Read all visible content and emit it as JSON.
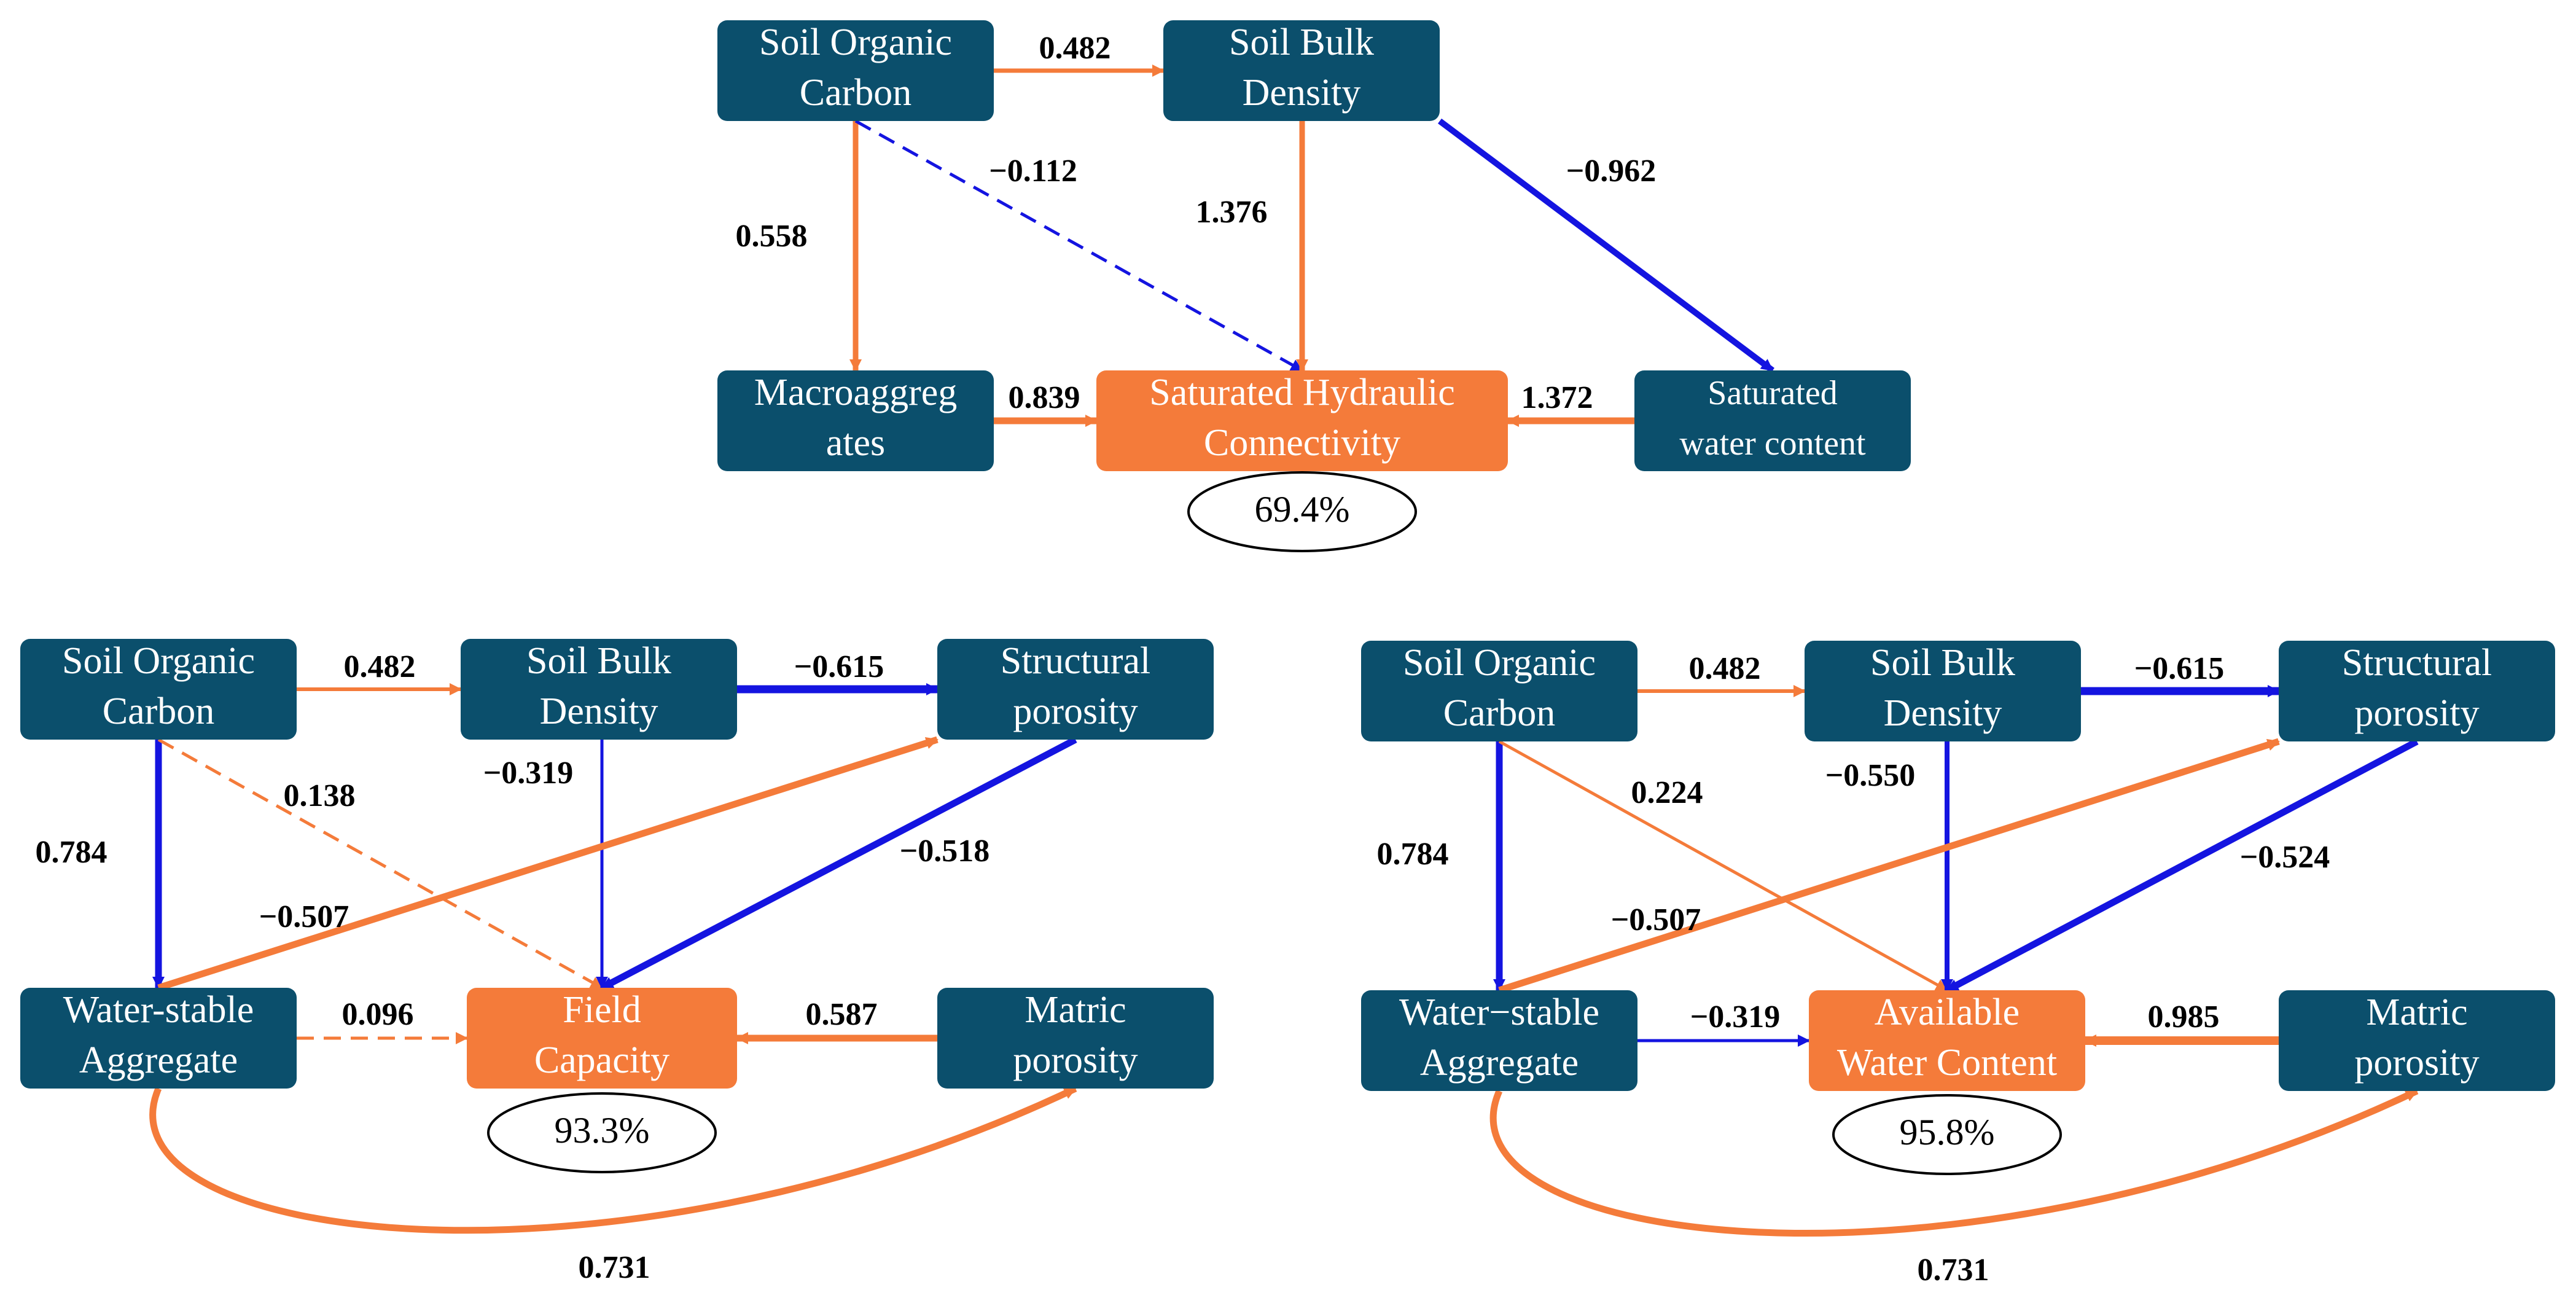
{
  "colors": {
    "node": "#0b4f6c",
    "outcome": "#f47b3a",
    "positive": "#f47b3a",
    "negative": "#1414e0"
  },
  "diagrams": [
    {
      "id": "top",
      "nodes": [
        {
          "id": "soc",
          "lines": [
            "Soil Organic",
            "Carbon"
          ]
        },
        {
          "id": "sbd",
          "lines": [
            "Soil Bulk",
            "Density"
          ]
        },
        {
          "id": "mac",
          "lines": [
            "Macroaggreg",
            "ates"
          ]
        },
        {
          "id": "shc",
          "lines": [
            "Saturated Hydraulic",
            "Connectivity"
          ],
          "outcome": true
        },
        {
          "id": "swc",
          "lines": [
            "Saturated",
            "water content"
          ]
        }
      ],
      "edges": [
        {
          "id": "soc-sbd",
          "label": "0.482",
          "sign": "positive",
          "style": "solid"
        },
        {
          "id": "soc-mac",
          "label": "0.558",
          "sign": "positive",
          "style": "solid"
        },
        {
          "id": "soc-shc",
          "label": "−0.112",
          "sign": "negative",
          "style": "dashed"
        },
        {
          "id": "sbd-shc",
          "label": "1.376",
          "sign": "positive",
          "style": "solid"
        },
        {
          "id": "sbd-swc",
          "label": "−0.962",
          "sign": "negative",
          "style": "solid"
        },
        {
          "id": "mac-shc",
          "label": "0.839",
          "sign": "positive",
          "style": "solid"
        },
        {
          "id": "swc-shc",
          "label": "1.372",
          "sign": "positive",
          "style": "solid"
        }
      ],
      "r2": "69.4%"
    },
    {
      "id": "left",
      "nodes": [
        {
          "id": "soc",
          "lines": [
            "Soil Organic",
            "Carbon"
          ]
        },
        {
          "id": "sbd",
          "lines": [
            "Soil Bulk",
            "Density"
          ]
        },
        {
          "id": "sp",
          "lines": [
            "Structural",
            "porosity"
          ]
        },
        {
          "id": "wsa",
          "lines": [
            "Water-stable",
            "Aggregate"
          ]
        },
        {
          "id": "fc",
          "lines": [
            "Field",
            "Capacity"
          ],
          "outcome": true
        },
        {
          "id": "mp",
          "lines": [
            "Matric",
            "porosity"
          ]
        }
      ],
      "edges": [
        {
          "id": "soc-sbd",
          "label": "0.482",
          "sign": "positive",
          "style": "solid"
        },
        {
          "id": "sbd-sp",
          "label": "−0.615",
          "sign": "negative",
          "style": "solid"
        },
        {
          "id": "soc-wsa",
          "label": "0.784",
          "sign": "negative",
          "style": "solid"
        },
        {
          "id": "soc-fc",
          "label": "0.138",
          "sign": "positive",
          "style": "dashed"
        },
        {
          "id": "sbd-fc",
          "label": "−0.319",
          "sign": "negative",
          "style": "solid"
        },
        {
          "id": "sp-fc",
          "label": "−0.518",
          "sign": "negative",
          "style": "solid"
        },
        {
          "id": "wsa-sp",
          "label": "−0.507",
          "sign": "positive",
          "style": "solid"
        },
        {
          "id": "wsa-fc",
          "label": "0.096",
          "sign": "positive",
          "style": "dashed"
        },
        {
          "id": "mp-fc",
          "label": "0.587",
          "sign": "positive",
          "style": "solid"
        },
        {
          "id": "wsa-mp",
          "label": "0.731",
          "sign": "positive",
          "style": "solid"
        }
      ],
      "r2": "93.3%"
    },
    {
      "id": "right",
      "nodes": [
        {
          "id": "soc",
          "lines": [
            "Soil Organic",
            "Carbon"
          ]
        },
        {
          "id": "sbd",
          "lines": [
            "Soil Bulk",
            "Density"
          ]
        },
        {
          "id": "sp",
          "lines": [
            "Structural",
            "porosity"
          ]
        },
        {
          "id": "wsa",
          "lines": [
            "Water−stable",
            "Aggregate"
          ]
        },
        {
          "id": "awc",
          "lines": [
            "Available",
            "Water Content"
          ],
          "outcome": true
        },
        {
          "id": "mp",
          "lines": [
            "Matric",
            "porosity"
          ]
        }
      ],
      "edges": [
        {
          "id": "soc-sbd",
          "label": "0.482",
          "sign": "positive",
          "style": "solid"
        },
        {
          "id": "sbd-sp",
          "label": "−0.615",
          "sign": "negative",
          "style": "solid"
        },
        {
          "id": "soc-wsa",
          "label": "0.784",
          "sign": "negative",
          "style": "solid"
        },
        {
          "id": "soc-awc",
          "label": "0.224",
          "sign": "positive",
          "style": "solid"
        },
        {
          "id": "sbd-awc",
          "label": "−0.550",
          "sign": "negative",
          "style": "solid"
        },
        {
          "id": "sp-awc",
          "label": "−0.524",
          "sign": "negative",
          "style": "solid"
        },
        {
          "id": "wsa-sp",
          "label": "−0.507",
          "sign": "positive",
          "style": "solid"
        },
        {
          "id": "wsa-awc",
          "label": "−0.319",
          "sign": "negative",
          "style": "solid"
        },
        {
          "id": "mp-awc",
          "label": "0.985",
          "sign": "positive",
          "style": "solid"
        },
        {
          "id": "wsa-mp",
          "label": "0.731",
          "sign": "positive",
          "style": "solid"
        }
      ],
      "r2": "95.8%"
    }
  ]
}
